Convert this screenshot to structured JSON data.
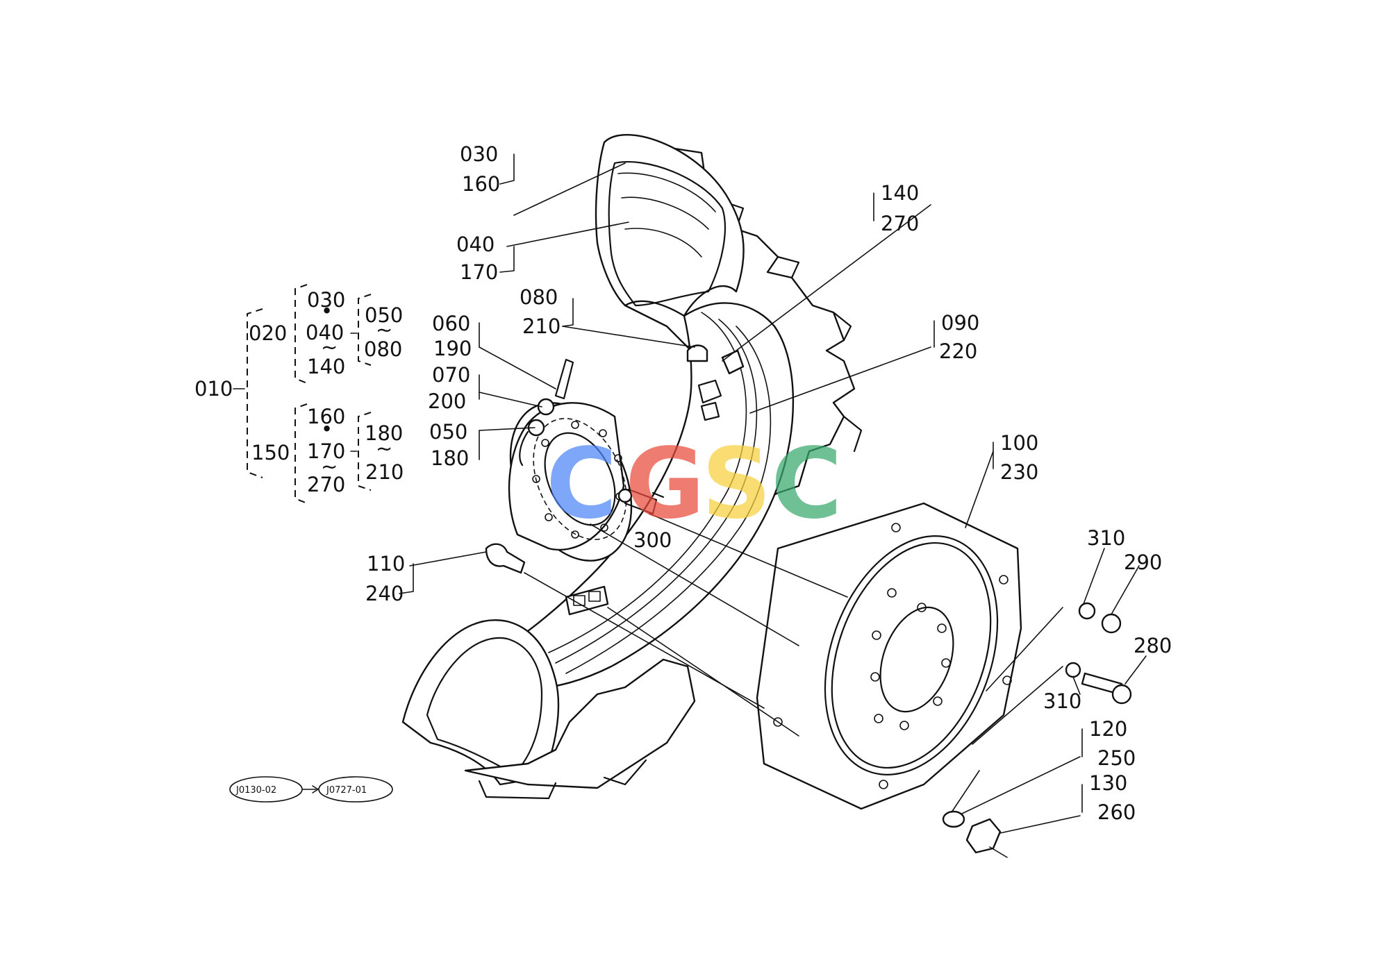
{
  "callouts": {
    "c030a": "030",
    "c160a": "160",
    "c040a": "040",
    "c170a": "170",
    "c140a": "140",
    "c270a": "270",
    "c080a": "080",
    "c210a": "210",
    "c060": "060",
    "c190": "190",
    "c070": "070",
    "c200": "200",
    "c050a": "050",
    "c180a": "180",
    "c090": "090",
    "c220": "220",
    "c100": "100",
    "c230": "230",
    "c300": "300",
    "c110": "110",
    "c240": "240",
    "c310a": "310",
    "c290": "290",
    "c280": "280",
    "c310b": "310",
    "c120": "120",
    "c250": "250",
    "c130": "130",
    "c260": "260"
  },
  "assembly_tree": {
    "root": "010",
    "g1": "020",
    "g1_a": "030",
    "g1_b": "040",
    "g1_c": "140",
    "g1_r1": "050",
    "g1_r2": "080",
    "g2": "150",
    "g2_a": "160",
    "g2_b": "170",
    "g2_c": "270",
    "g2_r1": "180",
    "g2_r2": "210"
  },
  "references": {
    "from": "J0130-02",
    "to": "J0727-01"
  },
  "watermark": {
    "letters": [
      "C",
      "G",
      "S",
      "C"
    ],
    "colors": [
      "#4f86f7",
      "#ea4a3a",
      "#f7cf3d",
      "#38a86b"
    ]
  }
}
